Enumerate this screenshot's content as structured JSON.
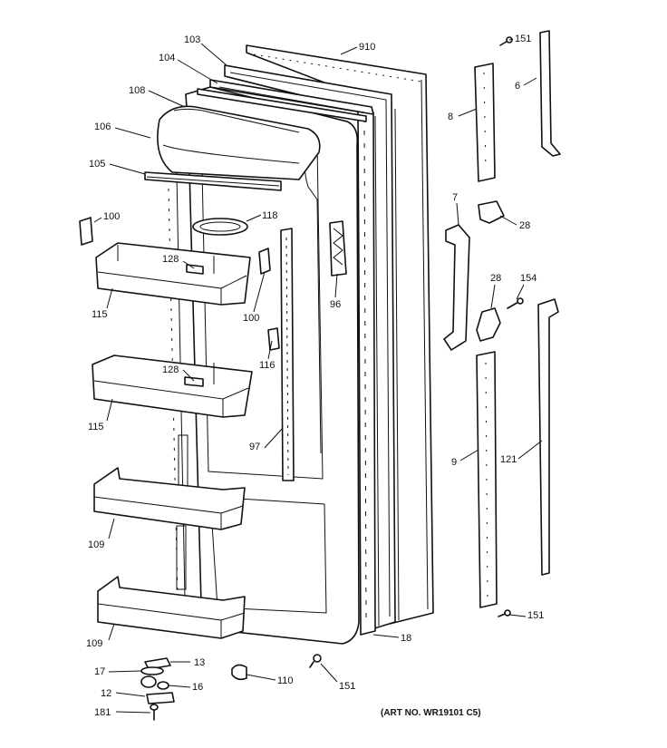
{
  "diagram": {
    "art_number": "(ART NO. WR19101 C5)",
    "callouts": {
      "c103": "103",
      "c104": "104",
      "c108": "108",
      "c106": "106",
      "c105": "105",
      "c100a": "100",
      "c118": "118",
      "c128a": "128",
      "c100b": "100",
      "c115a": "115",
      "c96": "96",
      "c116": "116",
      "c128b": "128",
      "c115b": "115",
      "c97": "97",
      "c109a": "109",
      "c109b": "109",
      "c910": "910",
      "c18": "18",
      "c13": "13",
      "c17": "17",
      "c16": "16",
      "c12": "12",
      "c181": "181",
      "c110": "110",
      "c151a": "151",
      "c151b": "151",
      "c151c": "151",
      "c6": "6",
      "c8": "8",
      "c7": "7",
      "c28a": "28",
      "c28b": "28",
      "c154": "154",
      "c9": "9",
      "c121": "121"
    }
  }
}
